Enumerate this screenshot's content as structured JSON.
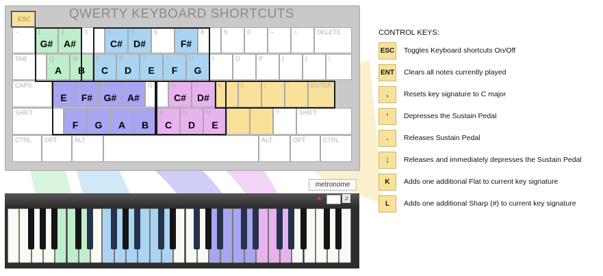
{
  "title": "QWERTY KEYBOARD SHORTCUTS",
  "metronome_label": "metronome",
  "metronome_icon": "metronome-icon",
  "colors": {
    "green": "#bfeecb",
    "blue": "#a9d5f3",
    "violet": "#a8a5f2",
    "purple": "#e7b2ee",
    "yellow": "#fae19a"
  },
  "rows": [
    [
      {
        "label": "~",
        "note": "",
        "color": ""
      },
      {
        "label": "1",
        "note": "G#",
        "color": "g"
      },
      {
        "label": "2",
        "note": "A#",
        "color": "g"
      },
      {
        "label": "3",
        "note": "",
        "color": ""
      },
      {
        "label": "4",
        "note": "C#",
        "color": "b"
      },
      {
        "label": "5",
        "note": "D#",
        "color": "b"
      },
      {
        "label": "6",
        "note": "",
        "color": ""
      },
      {
        "label": "7",
        "note": "F#",
        "color": "b"
      },
      {
        "label": "8",
        "note": "",
        "color": ""
      },
      {
        "label": "9",
        "note": "",
        "color": ""
      },
      {
        "label": "0",
        "note": "",
        "color": ""
      },
      {
        "label": "–",
        "note": "",
        "color": ""
      },
      {
        "label": "=",
        "note": "",
        "color": ""
      },
      {
        "label": "DELETE",
        "note": "",
        "color": ""
      }
    ],
    [
      {
        "label": "TAB",
        "note": "",
        "color": ""
      },
      {
        "label": "Q",
        "note": "A",
        "color": "g"
      },
      {
        "label": "W",
        "note": "B",
        "color": "g"
      },
      {
        "label": "E",
        "note": "C",
        "color": "b"
      },
      {
        "label": "R",
        "note": "D",
        "color": "b"
      },
      {
        "label": "T",
        "note": "E",
        "color": "b"
      },
      {
        "label": "Y",
        "note": "F",
        "color": "b"
      },
      {
        "label": "U",
        "note": "G",
        "color": "b"
      },
      {
        "label": "I",
        "note": "",
        "color": ""
      },
      {
        "label": "O",
        "note": "",
        "color": ""
      },
      {
        "label": "P",
        "note": "",
        "color": ""
      },
      {
        "label": "{",
        "note": "",
        "color": ""
      },
      {
        "label": "}",
        "note": "",
        "color": ""
      },
      {
        "label": "\\",
        "note": "",
        "color": ""
      }
    ],
    [
      {
        "label": "CAPS",
        "note": "",
        "color": ""
      },
      {
        "label": "A",
        "note": "E",
        "color": "v"
      },
      {
        "label": "S",
        "note": "F#",
        "color": "v"
      },
      {
        "label": "D",
        "note": "G#",
        "color": "v"
      },
      {
        "label": "F",
        "note": "A#",
        "color": "v"
      },
      {
        "label": "G",
        "note": "",
        "color": ""
      },
      {
        "label": "H",
        "note": "C#",
        "color": "p"
      },
      {
        "label": "J",
        "note": "D#",
        "color": "p"
      },
      {
        "label": "K",
        "note": "",
        "color": "y"
      },
      {
        "label": "L",
        "note": "",
        "color": "y"
      },
      {
        "label": ";",
        "note": "",
        "color": "y"
      },
      {
        "label": "'",
        "note": "",
        "color": "y"
      },
      {
        "label": "ENTER",
        "note": "",
        "color": "y"
      }
    ],
    [
      {
        "label": "SHIFT",
        "note": "",
        "color": ""
      },
      {
        "label": "Z",
        "note": "F",
        "color": "v"
      },
      {
        "label": "X",
        "note": "G",
        "color": "v"
      },
      {
        "label": "C",
        "note": "A",
        "color": "v"
      },
      {
        "label": "V",
        "note": "B",
        "color": "v"
      },
      {
        "label": "B",
        "note": "C",
        "color": "p"
      },
      {
        "label": "N",
        "note": "D",
        "color": "p"
      },
      {
        "label": "M",
        "note": "E",
        "color": "p"
      },
      {
        "label": ",",
        "note": "",
        "color": "y"
      },
      {
        "label": ".",
        "note": "",
        "color": "y"
      },
      {
        "label": "?",
        "note": "",
        "color": ""
      },
      {
        "label": "SHIFT",
        "note": "",
        "color": ""
      }
    ],
    [
      {
        "label": "CTRL",
        "note": "",
        "color": ""
      },
      {
        "label": "OPT",
        "note": "",
        "color": ""
      },
      {
        "label": "ALT",
        "note": "",
        "color": ""
      },
      {
        "label": "",
        "note": "",
        "color": ""
      },
      {
        "label": "ALT",
        "note": "",
        "color": ""
      },
      {
        "label": "OPT",
        "note": "",
        "color": ""
      },
      {
        "label": "CTRL",
        "note": "",
        "color": ""
      }
    ]
  ],
  "esc_label": "ESC",
  "control_keys_title": "CONTROL KEYS:",
  "control_keys": [
    {
      "key": "ESC",
      "desc": "Toggles Keyboard shortcuts On/Off"
    },
    {
      "key": "ENT",
      "desc": "Clears all notes currently played"
    },
    {
      "key": ",",
      "desc": "Resets key signature to C major"
    },
    {
      "key": "‘",
      "desc": "Depresses the Sustain Pedal"
    },
    {
      "key": ".",
      "desc": "Releases Sustain Pedal"
    },
    {
      "key": ";",
      "desc": "Releases and immediately depresses the Sustain Pedal"
    },
    {
      "key": "K",
      "desc": "Adds one additional Flat to current key signature"
    },
    {
      "key": "L",
      "desc": "Adds one additional Sharp (#) to current key signature"
    }
  ]
}
